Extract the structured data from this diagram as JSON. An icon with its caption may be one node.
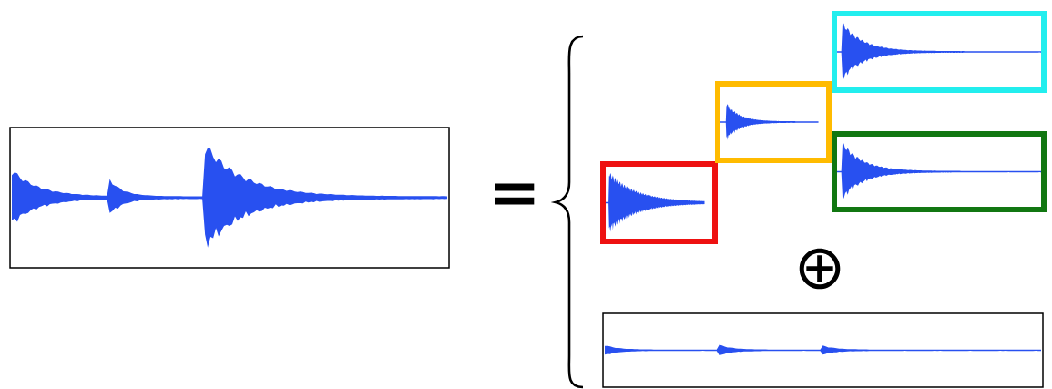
{
  "diagram": {
    "nodes": [
      {
        "text": [],
        "shape": "picture"
      },
      {
        "text": [],
        "shape": "picture"
      },
      {
        "text": [],
        "shape": "picture"
      },
      {
        "text": [],
        "shape": "picture"
      },
      {
        "text": [],
        "shape": "picture"
      },
      {
        "text": [],
        "shape": "picture"
      }
    ],
    "labels": [
      "=",
      "⊕"
    ]
  }
}
